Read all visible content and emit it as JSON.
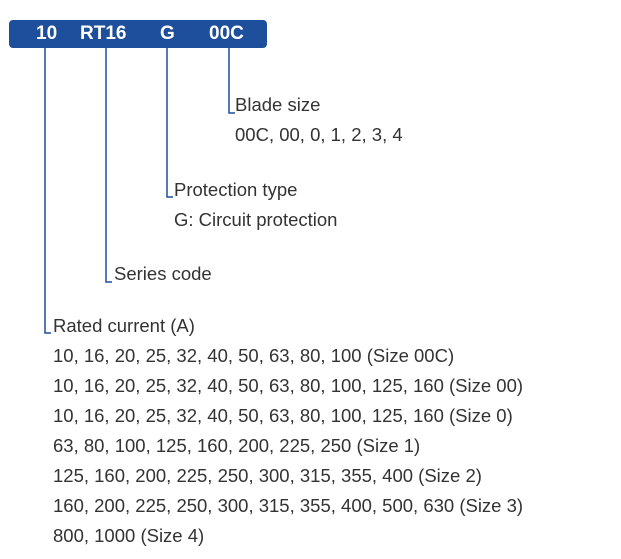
{
  "colors": {
    "code_bar": "#1e4f9c",
    "connector": "#1e4f9c",
    "text": "#333333"
  },
  "code": {
    "segments": [
      "10",
      "RT16",
      "G",
      "00C"
    ]
  },
  "blade_size": {
    "title": "Blade size",
    "values": "00C, 00, 0, 1, 2, 3, 4"
  },
  "protection_type": {
    "title": "Protection type",
    "values": "G: Circuit protection"
  },
  "series_code": {
    "title": "Series code"
  },
  "rated_current": {
    "title": "Rated current (A)",
    "lines": [
      "10, 16, 20, 25, 32, 40, 50, 63, 80, 100 (Size 00C)",
      "10, 16, 20, 25, 32, 40, 50, 63, 80, 100, 125, 160 (Size 00)",
      "10, 16, 20, 25, 32, 40, 50, 63, 80, 100, 125, 160 (Size 0)",
      "63, 80, 100, 125, 160, 200, 225, 250 (Size 1)",
      "125, 160, 200, 225, 250, 300, 315, 355, 400 (Size 2)",
      "160, 200, 225, 250, 300, 315, 355, 400, 500, 630 (Size 3)",
      "800, 1000 (Size 4)"
    ]
  }
}
